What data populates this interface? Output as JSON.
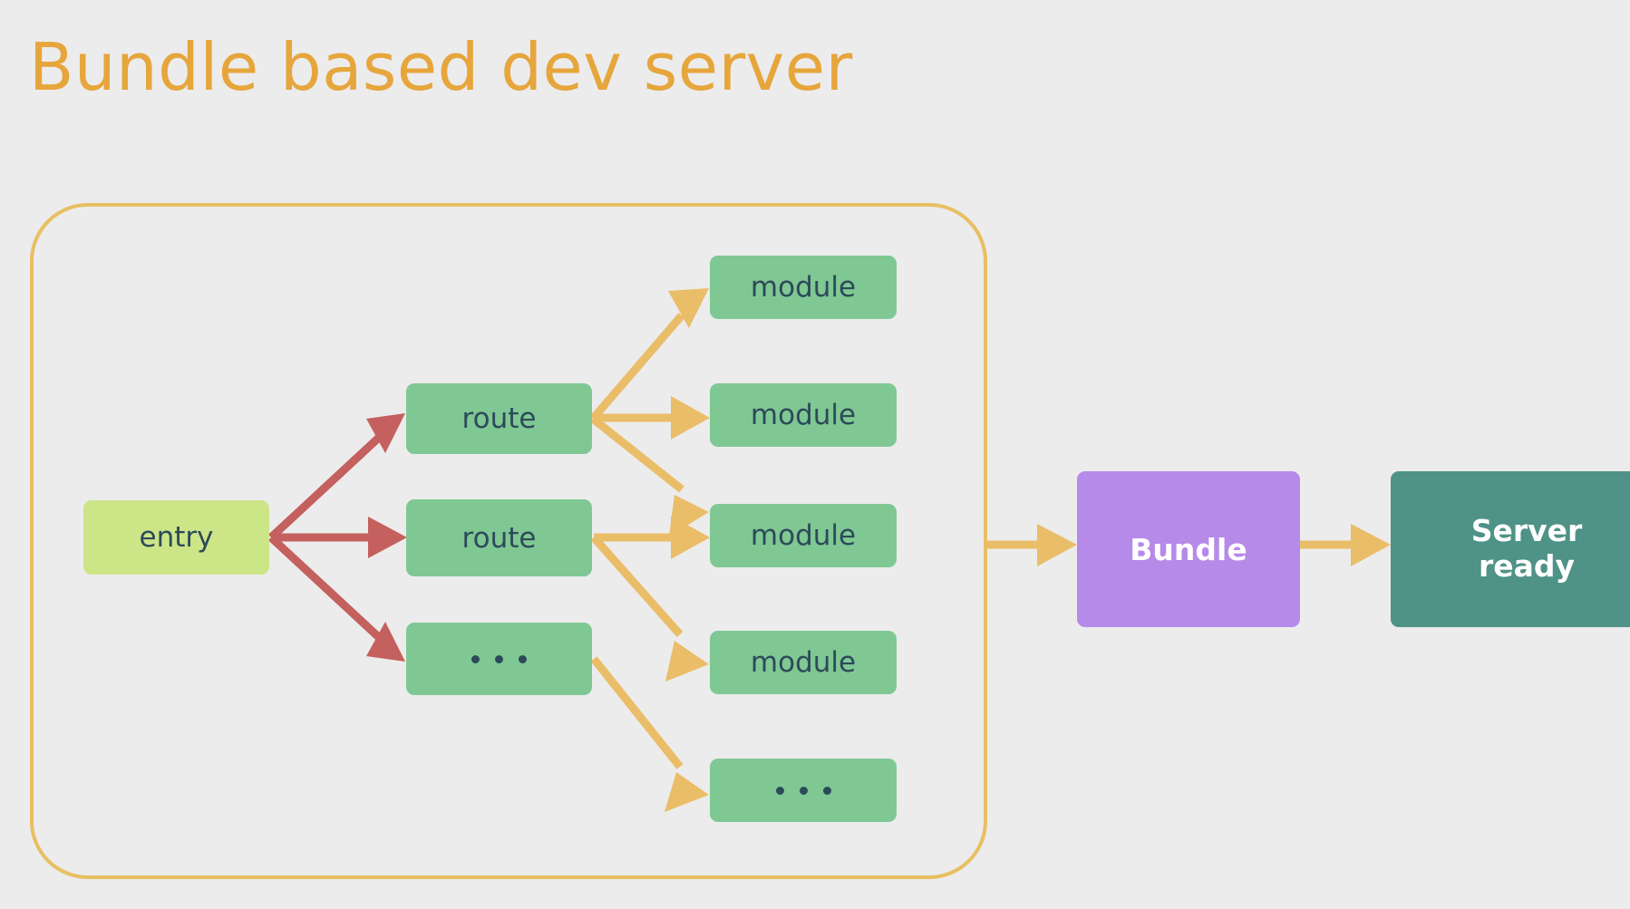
{
  "page": {
    "title": "Bundle based dev server",
    "background_color": "#ececec",
    "title_color": "#e6a63c"
  },
  "colors": {
    "entry_fill": "#cce587",
    "node_fill": "#7fc894",
    "bundle_fill": "#b68ae8",
    "server_fill": "#4f9287",
    "node_text": "#2d4a59",
    "red_arrow": "#c4605d",
    "amber_arrow": "#eabd68",
    "container_border": "#e8bf62"
  },
  "diagram": {
    "container_label": "bundle-graph-container",
    "entry": {
      "label": "entry"
    },
    "routes": [
      {
        "label": "route"
      },
      {
        "label": "route"
      },
      {
        "label": "...",
        "is_ellipsis": true
      }
    ],
    "modules": [
      {
        "label": "module"
      },
      {
        "label": "module"
      },
      {
        "label": "module"
      },
      {
        "label": "module"
      },
      {
        "label": "...",
        "is_ellipsis": true
      }
    ],
    "bundle": {
      "label": "Bundle"
    },
    "server": {
      "label_line1": "Server",
      "label_line2": "ready"
    },
    "edges": [
      {
        "from": "entry",
        "to": "route-1",
        "color": "#c4605d"
      },
      {
        "from": "entry",
        "to": "route-2",
        "color": "#c4605d"
      },
      {
        "from": "entry",
        "to": "route-3",
        "color": "#c4605d"
      },
      {
        "from": "route-1",
        "to": "module-1",
        "color": "#eabd68"
      },
      {
        "from": "route-1",
        "to": "module-2",
        "color": "#eabd68"
      },
      {
        "from": "route-1",
        "to": "module-3",
        "color": "#eabd68"
      },
      {
        "from": "route-2",
        "to": "module-3",
        "color": "#eabd68"
      },
      {
        "from": "route-2",
        "to": "module-4",
        "color": "#eabd68"
      },
      {
        "from": "route-3",
        "to": "module-5",
        "color": "#eabd68"
      },
      {
        "from": "container",
        "to": "bundle",
        "color": "#eabd68"
      },
      {
        "from": "bundle",
        "to": "server",
        "color": "#eabd68"
      }
    ]
  }
}
